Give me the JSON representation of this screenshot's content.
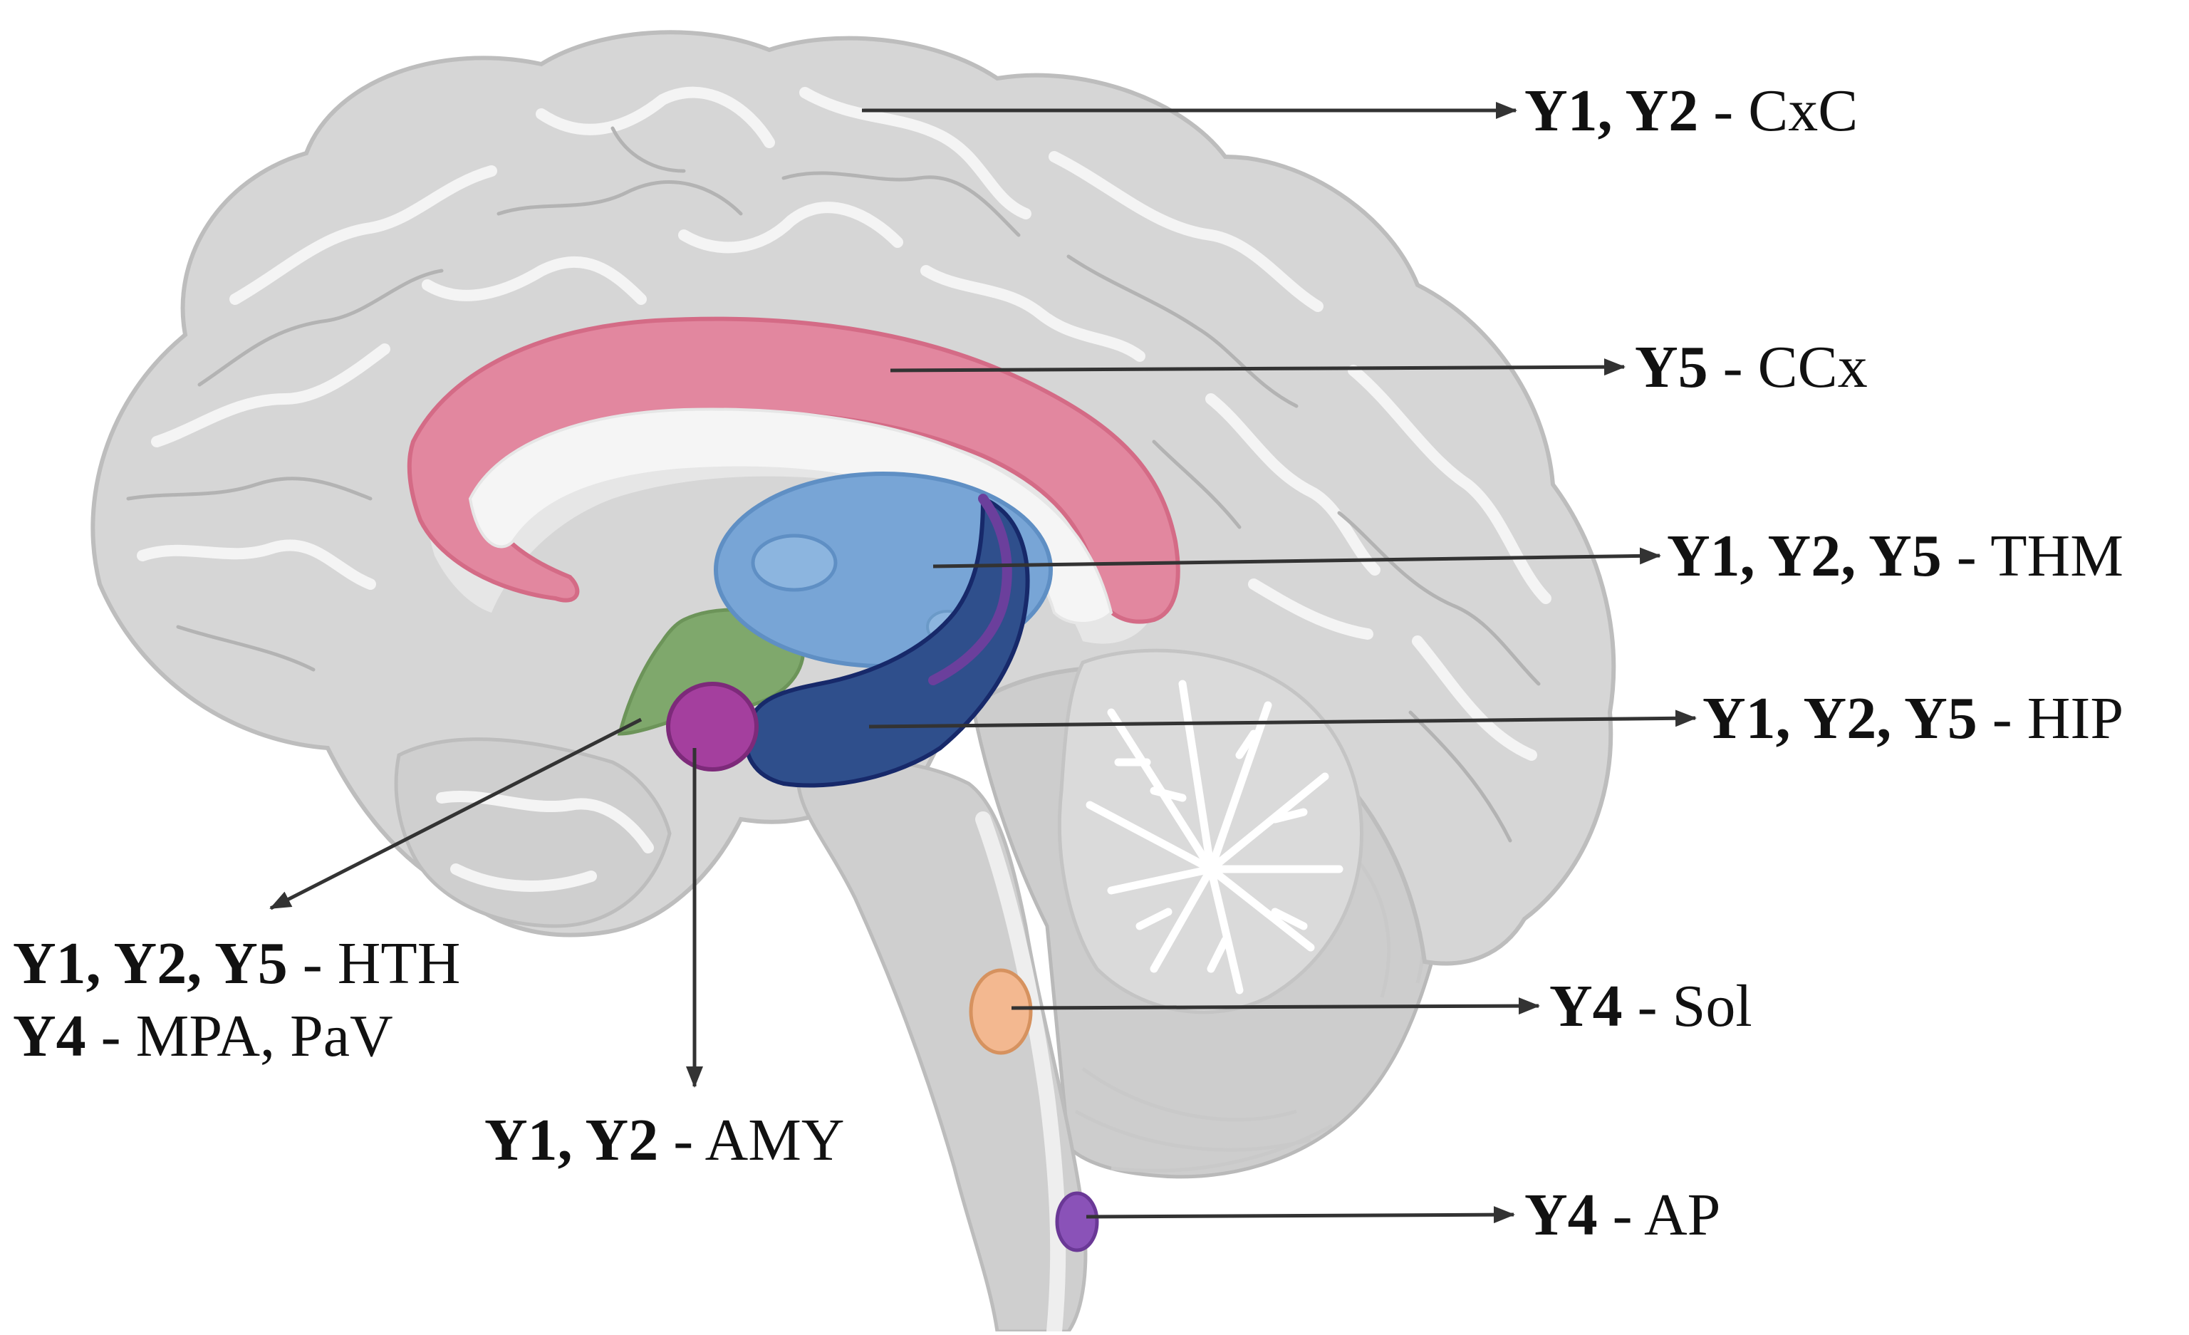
{
  "regions": {
    "cxc": "CxC",
    "ccx": "CCx",
    "thm": "THM",
    "hip": "HIP",
    "hth": "HTH",
    "mpa_pav": "MPA, PaV",
    "amy": "AMY",
    "sol": "Sol",
    "ap": "AP"
  },
  "receptors": {
    "y1_y2": "Y1, Y2",
    "y1_y2_y5": "Y1, Y2, Y5",
    "y4": "Y4",
    "y5": "Y5"
  },
  "separator": " - ",
  "colors": {
    "cortex": "#d6d6d6",
    "cingulate_cortex": "#e2879f",
    "thalamus": "#78a5d6",
    "hippocampus": "#2f4f8c",
    "hypothalamus": "#7fa86c",
    "amygdala": "#a43f9e",
    "solitary_nucleus": "#f3b890",
    "area_postrema": "#8a52b8",
    "arrow": "#333333"
  },
  "icons": [
    "brain-sagittal-illustration"
  ]
}
